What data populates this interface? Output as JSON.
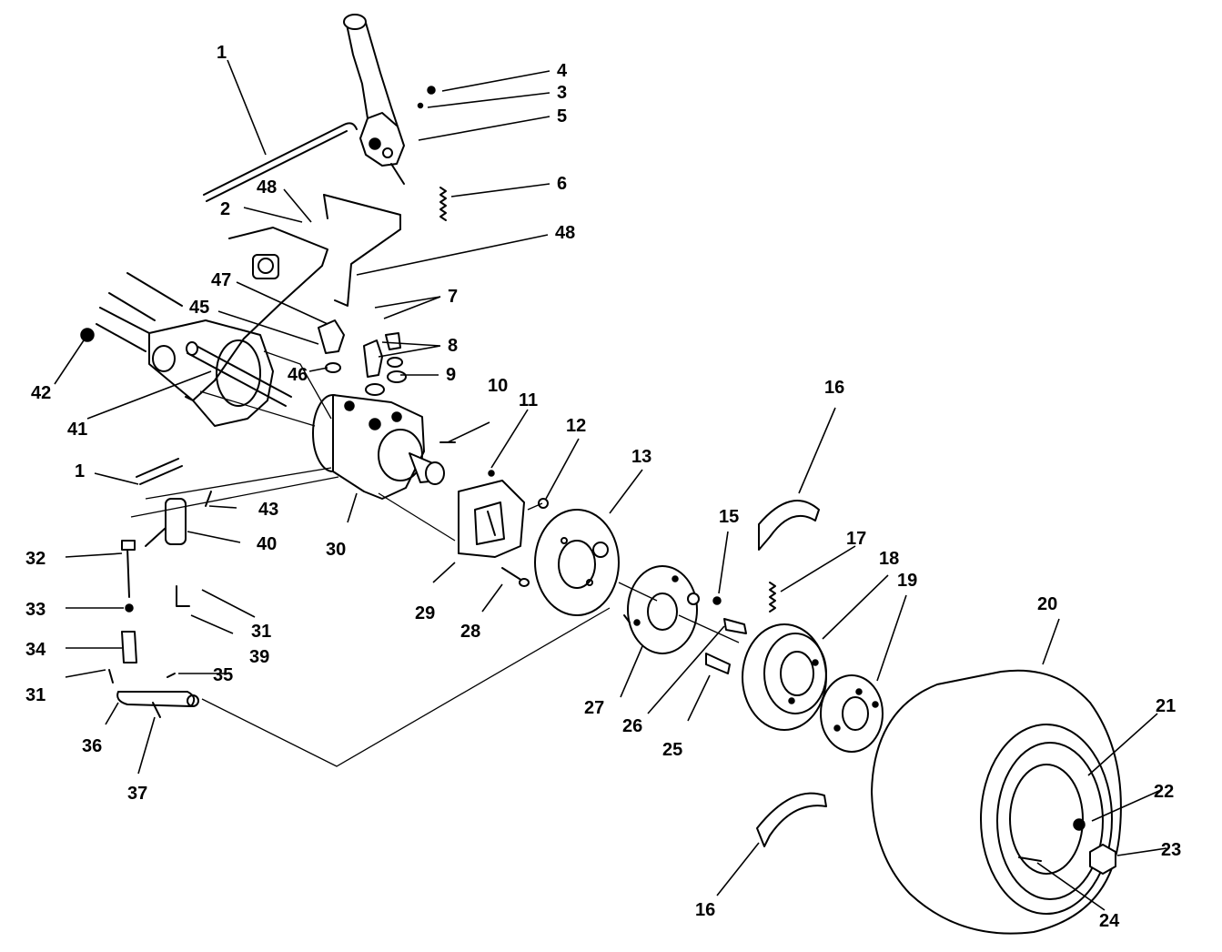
{
  "colors": {
    "ink": "#000000",
    "paper": "#ffffff"
  },
  "callouts": {
    "c1a": "1",
    "c1b": "1",
    "c2": "2",
    "c3": "3",
    "c4": "4",
    "c5": "5",
    "c6": "6",
    "c7": "7",
    "c8": "8",
    "c9": "9",
    "c10": "10",
    "c11": "11",
    "c12": "12",
    "c13": "13",
    "c15": "15",
    "c16a": "16",
    "c16b": "16",
    "c17": "17",
    "c18": "18",
    "c19": "19",
    "c20": "20",
    "c21": "21",
    "c22": "22",
    "c23": "23",
    "c24": "24",
    "c25": "25",
    "c26": "26",
    "c27": "27",
    "c28": "28",
    "c29": "29",
    "c30": "30",
    "c31a": "31",
    "c31b": "31",
    "c32": "32",
    "c33": "33",
    "c34": "34",
    "c35": "35",
    "c36": "36",
    "c37": "37",
    "c39": "39",
    "c40": "40",
    "c41": "41",
    "c42": "42",
    "c43": "43",
    "c45": "45",
    "c46": "46",
    "c47": "47",
    "c48a": "48",
    "c48b": "48"
  }
}
